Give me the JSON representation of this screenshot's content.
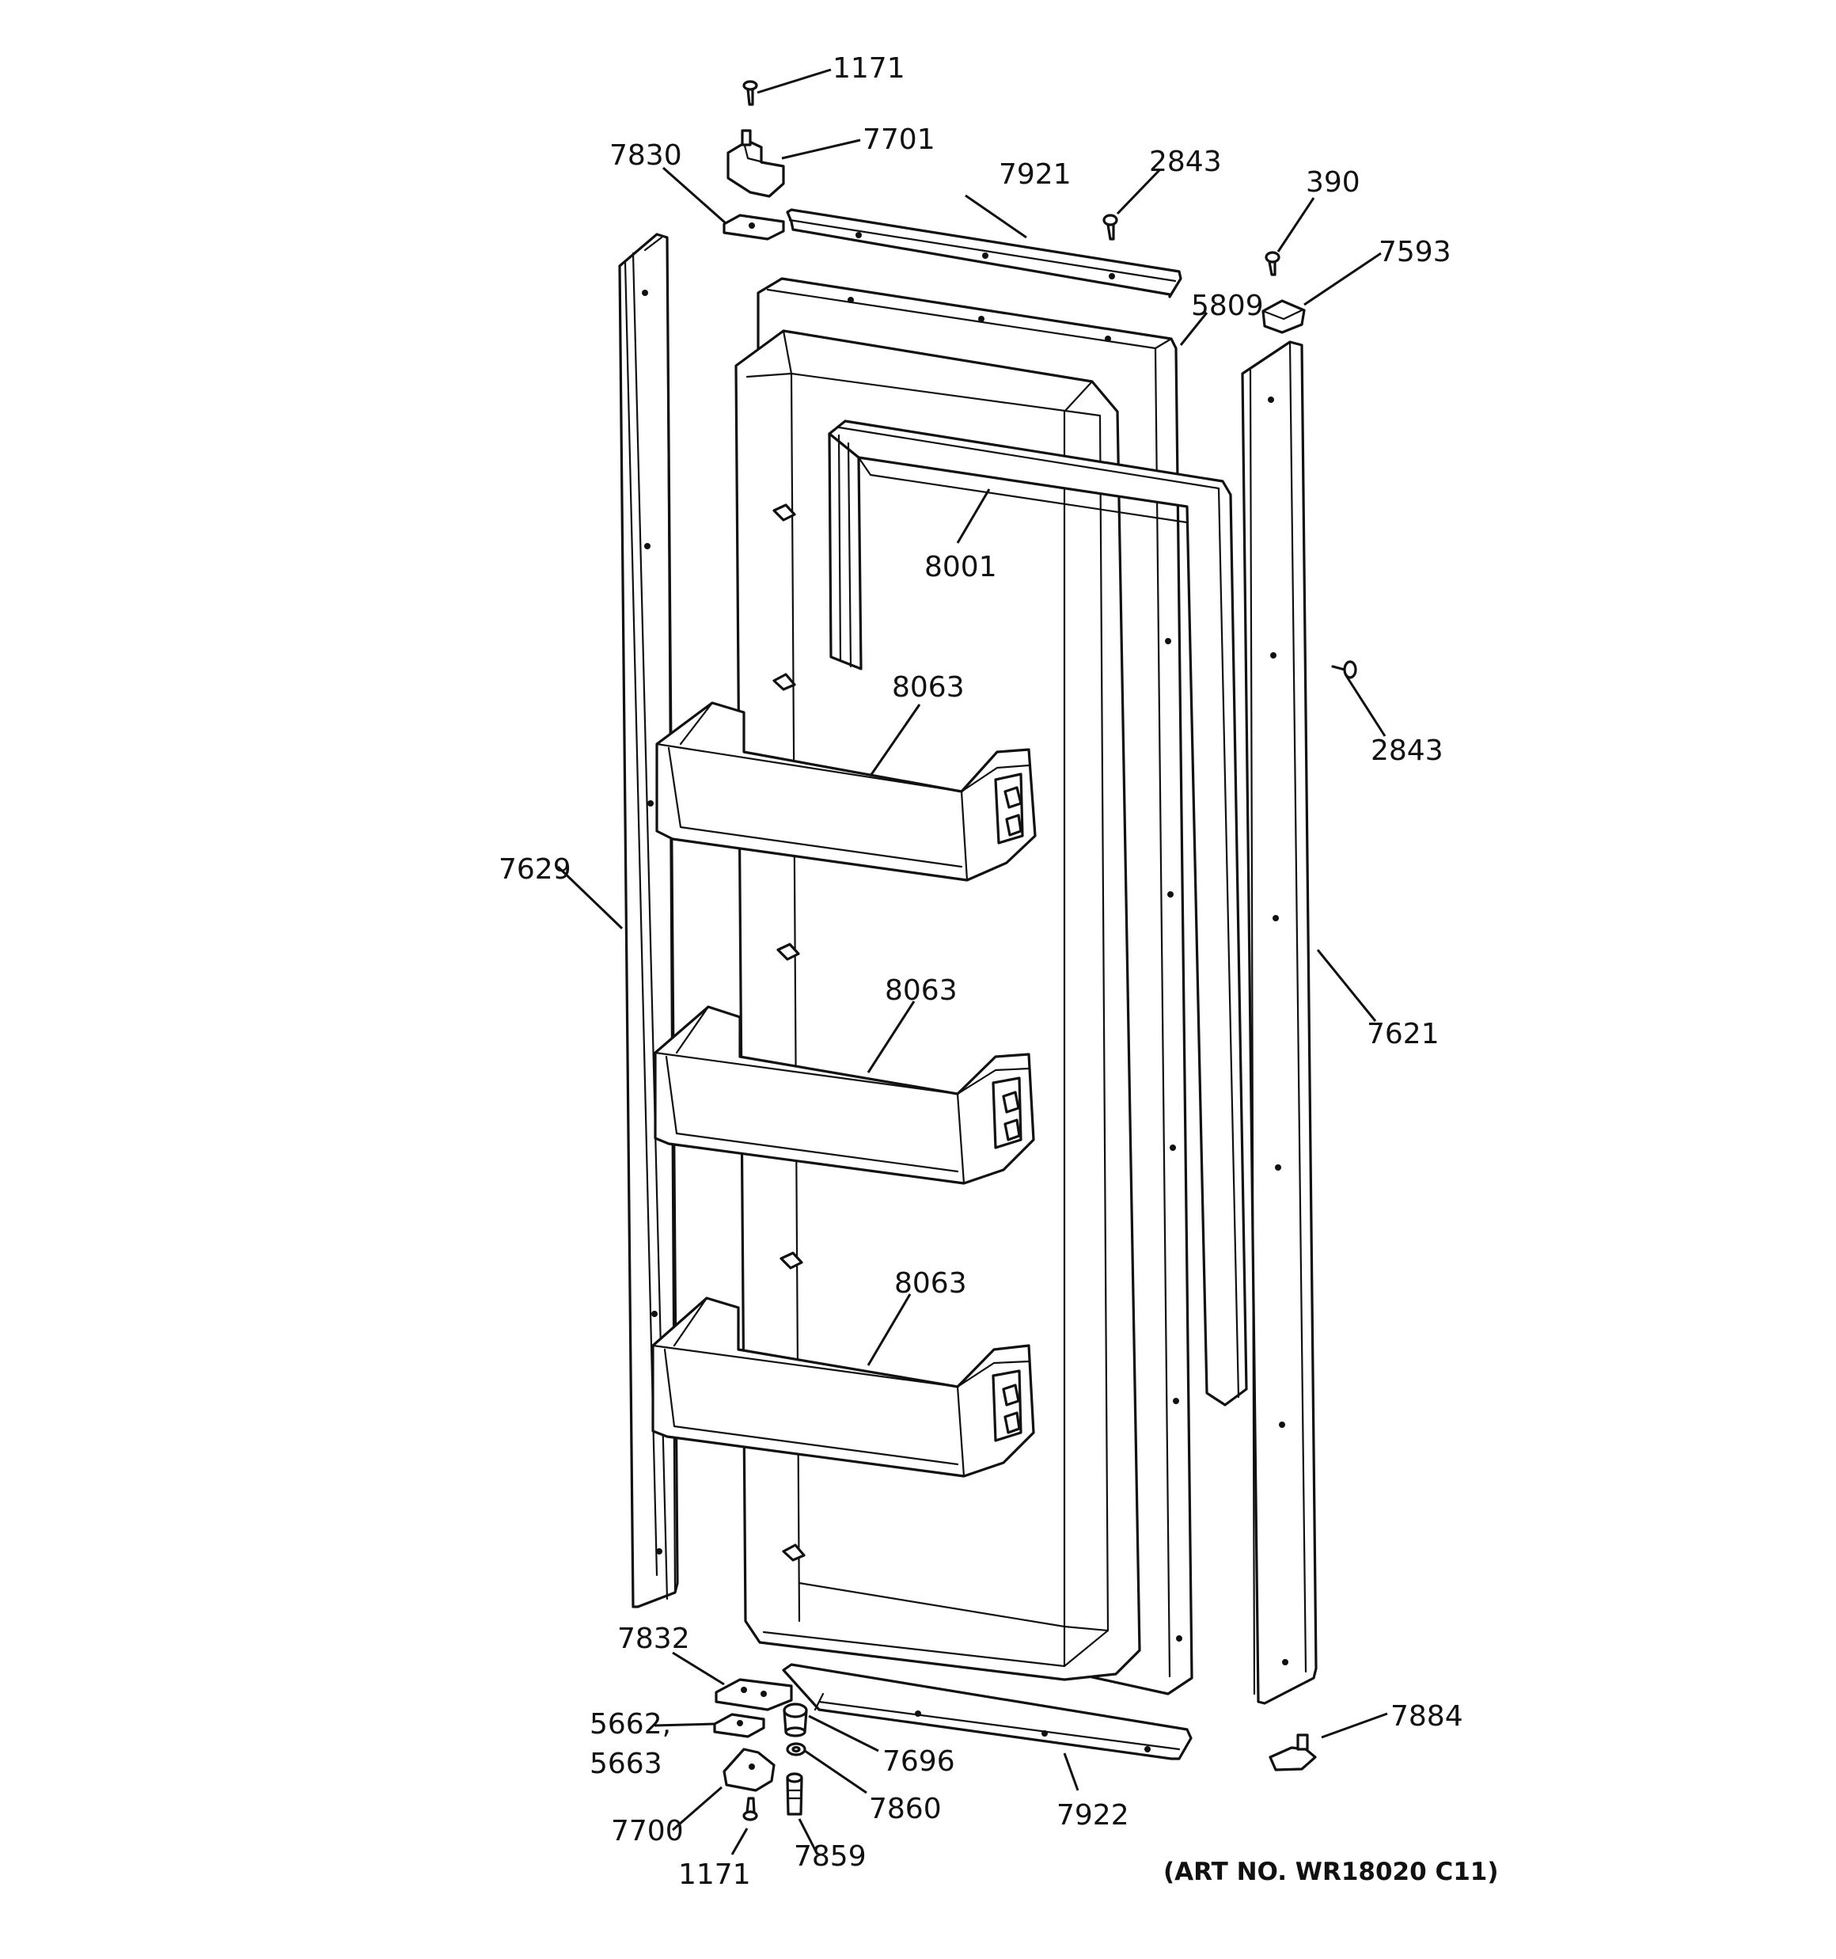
{
  "labels": {
    "l1171_top": "1171",
    "l7701": "7701",
    "l7830": "7830",
    "l7921": "7921",
    "l2843_top": "2843",
    "l390": "390",
    "l7593": "7593",
    "l5809": "5809",
    "l8001": "8001",
    "l2843_right": "2843",
    "l8063_a": "8063",
    "l7629": "7629",
    "l8063_b": "8063",
    "l7621": "7621",
    "l8063_c": "8063",
    "l7832": "7832",
    "l5662": "5662,",
    "l5663": "5663",
    "l7696": "7696",
    "l7884": "7884",
    "l7700": "7700",
    "l7860": "7860",
    "l7922": "7922",
    "l1171_bottom": "1171",
    "l7859": "7859"
  },
  "art_number": "(ART NO. WR18020 C11)"
}
